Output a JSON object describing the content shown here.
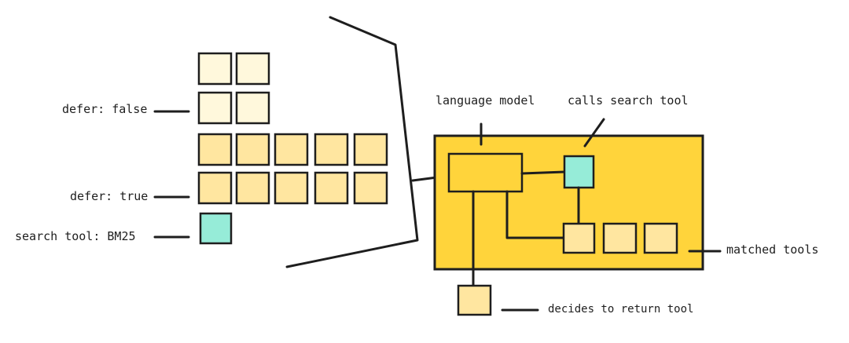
{
  "labels": {
    "defer_false": "defer: false",
    "defer_true": "defer: true",
    "search_tool": "search tool: BM25",
    "language_model": "language model",
    "calls_search_tool": "calls search tool",
    "matched_tools": "matched tools",
    "decides_to_return": "decides to return tool"
  },
  "colors": {
    "pale_tile": "#fff8dc",
    "light_tile": "#ffe6a0",
    "search_tile": "#96ecd8",
    "panel": "#ffd43b",
    "stroke": "#1e1e1e"
  }
}
